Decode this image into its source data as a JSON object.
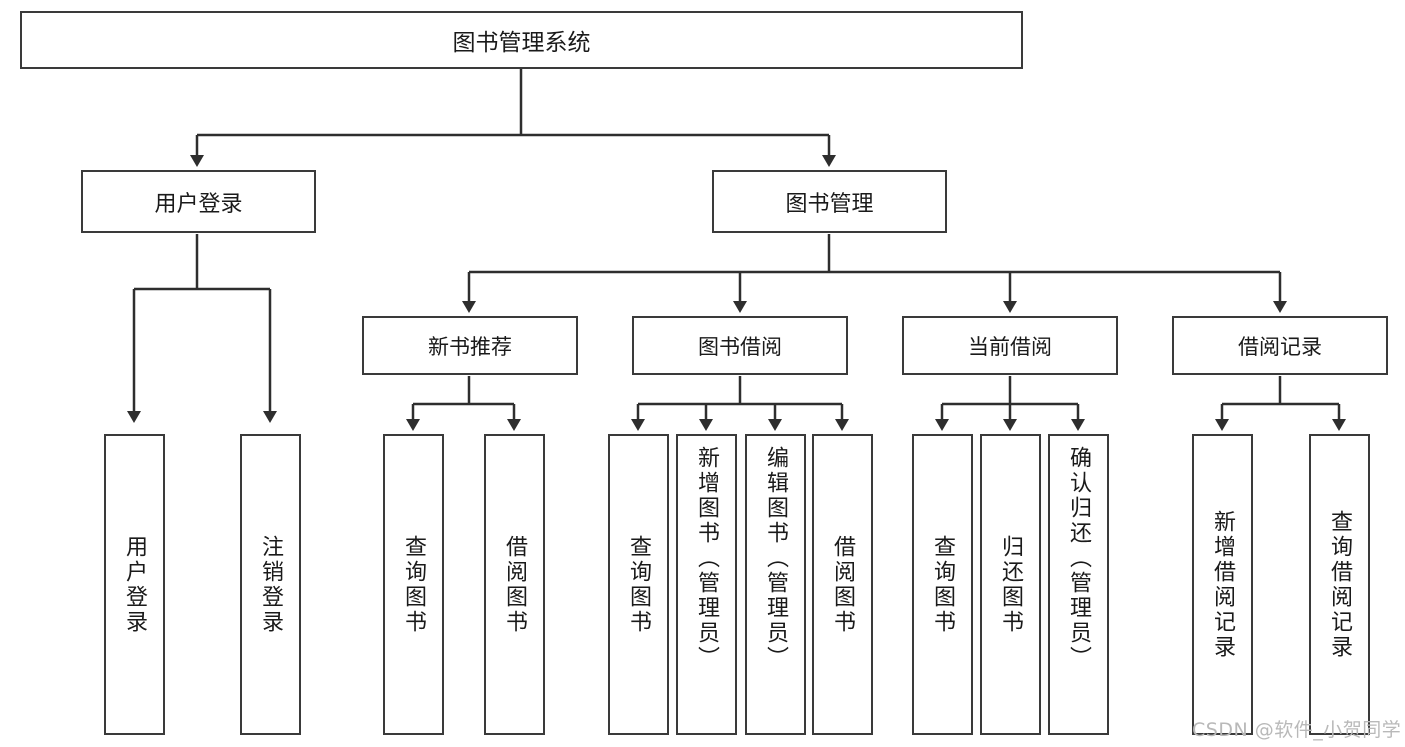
{
  "diagram": {
    "title": "图书管理系统",
    "root": {
      "label": "图书管理系统"
    },
    "level2": [
      {
        "label": "用户登录"
      },
      {
        "label": "图书管理"
      }
    ],
    "level3": [
      {
        "label": "新书推荐"
      },
      {
        "label": "图书借阅"
      },
      {
        "label": "当前借阅"
      },
      {
        "label": "借阅记录"
      }
    ],
    "leaves": [
      {
        "label": "用户登录"
      },
      {
        "label": "注销登录"
      },
      {
        "label": "查询图书"
      },
      {
        "label": "借阅图书"
      },
      {
        "label": "查询图书"
      },
      {
        "label": "新增图书（管理员）"
      },
      {
        "label": "编辑图书（管理员）"
      },
      {
        "label": "借阅图书"
      },
      {
        "label": "查询图书"
      },
      {
        "label": "归还图书"
      },
      {
        "label": "确认归还（管理员）"
      },
      {
        "label": "新增借阅记录"
      },
      {
        "label": "查询借阅记录"
      }
    ]
  },
  "watermark": {
    "text": "CSDN @软件_小贺同学"
  },
  "colors": {
    "border": "#3a3a3a",
    "background": "#ffffff",
    "text": "#1a1a1a",
    "watermark": "#b9b9b9"
  }
}
